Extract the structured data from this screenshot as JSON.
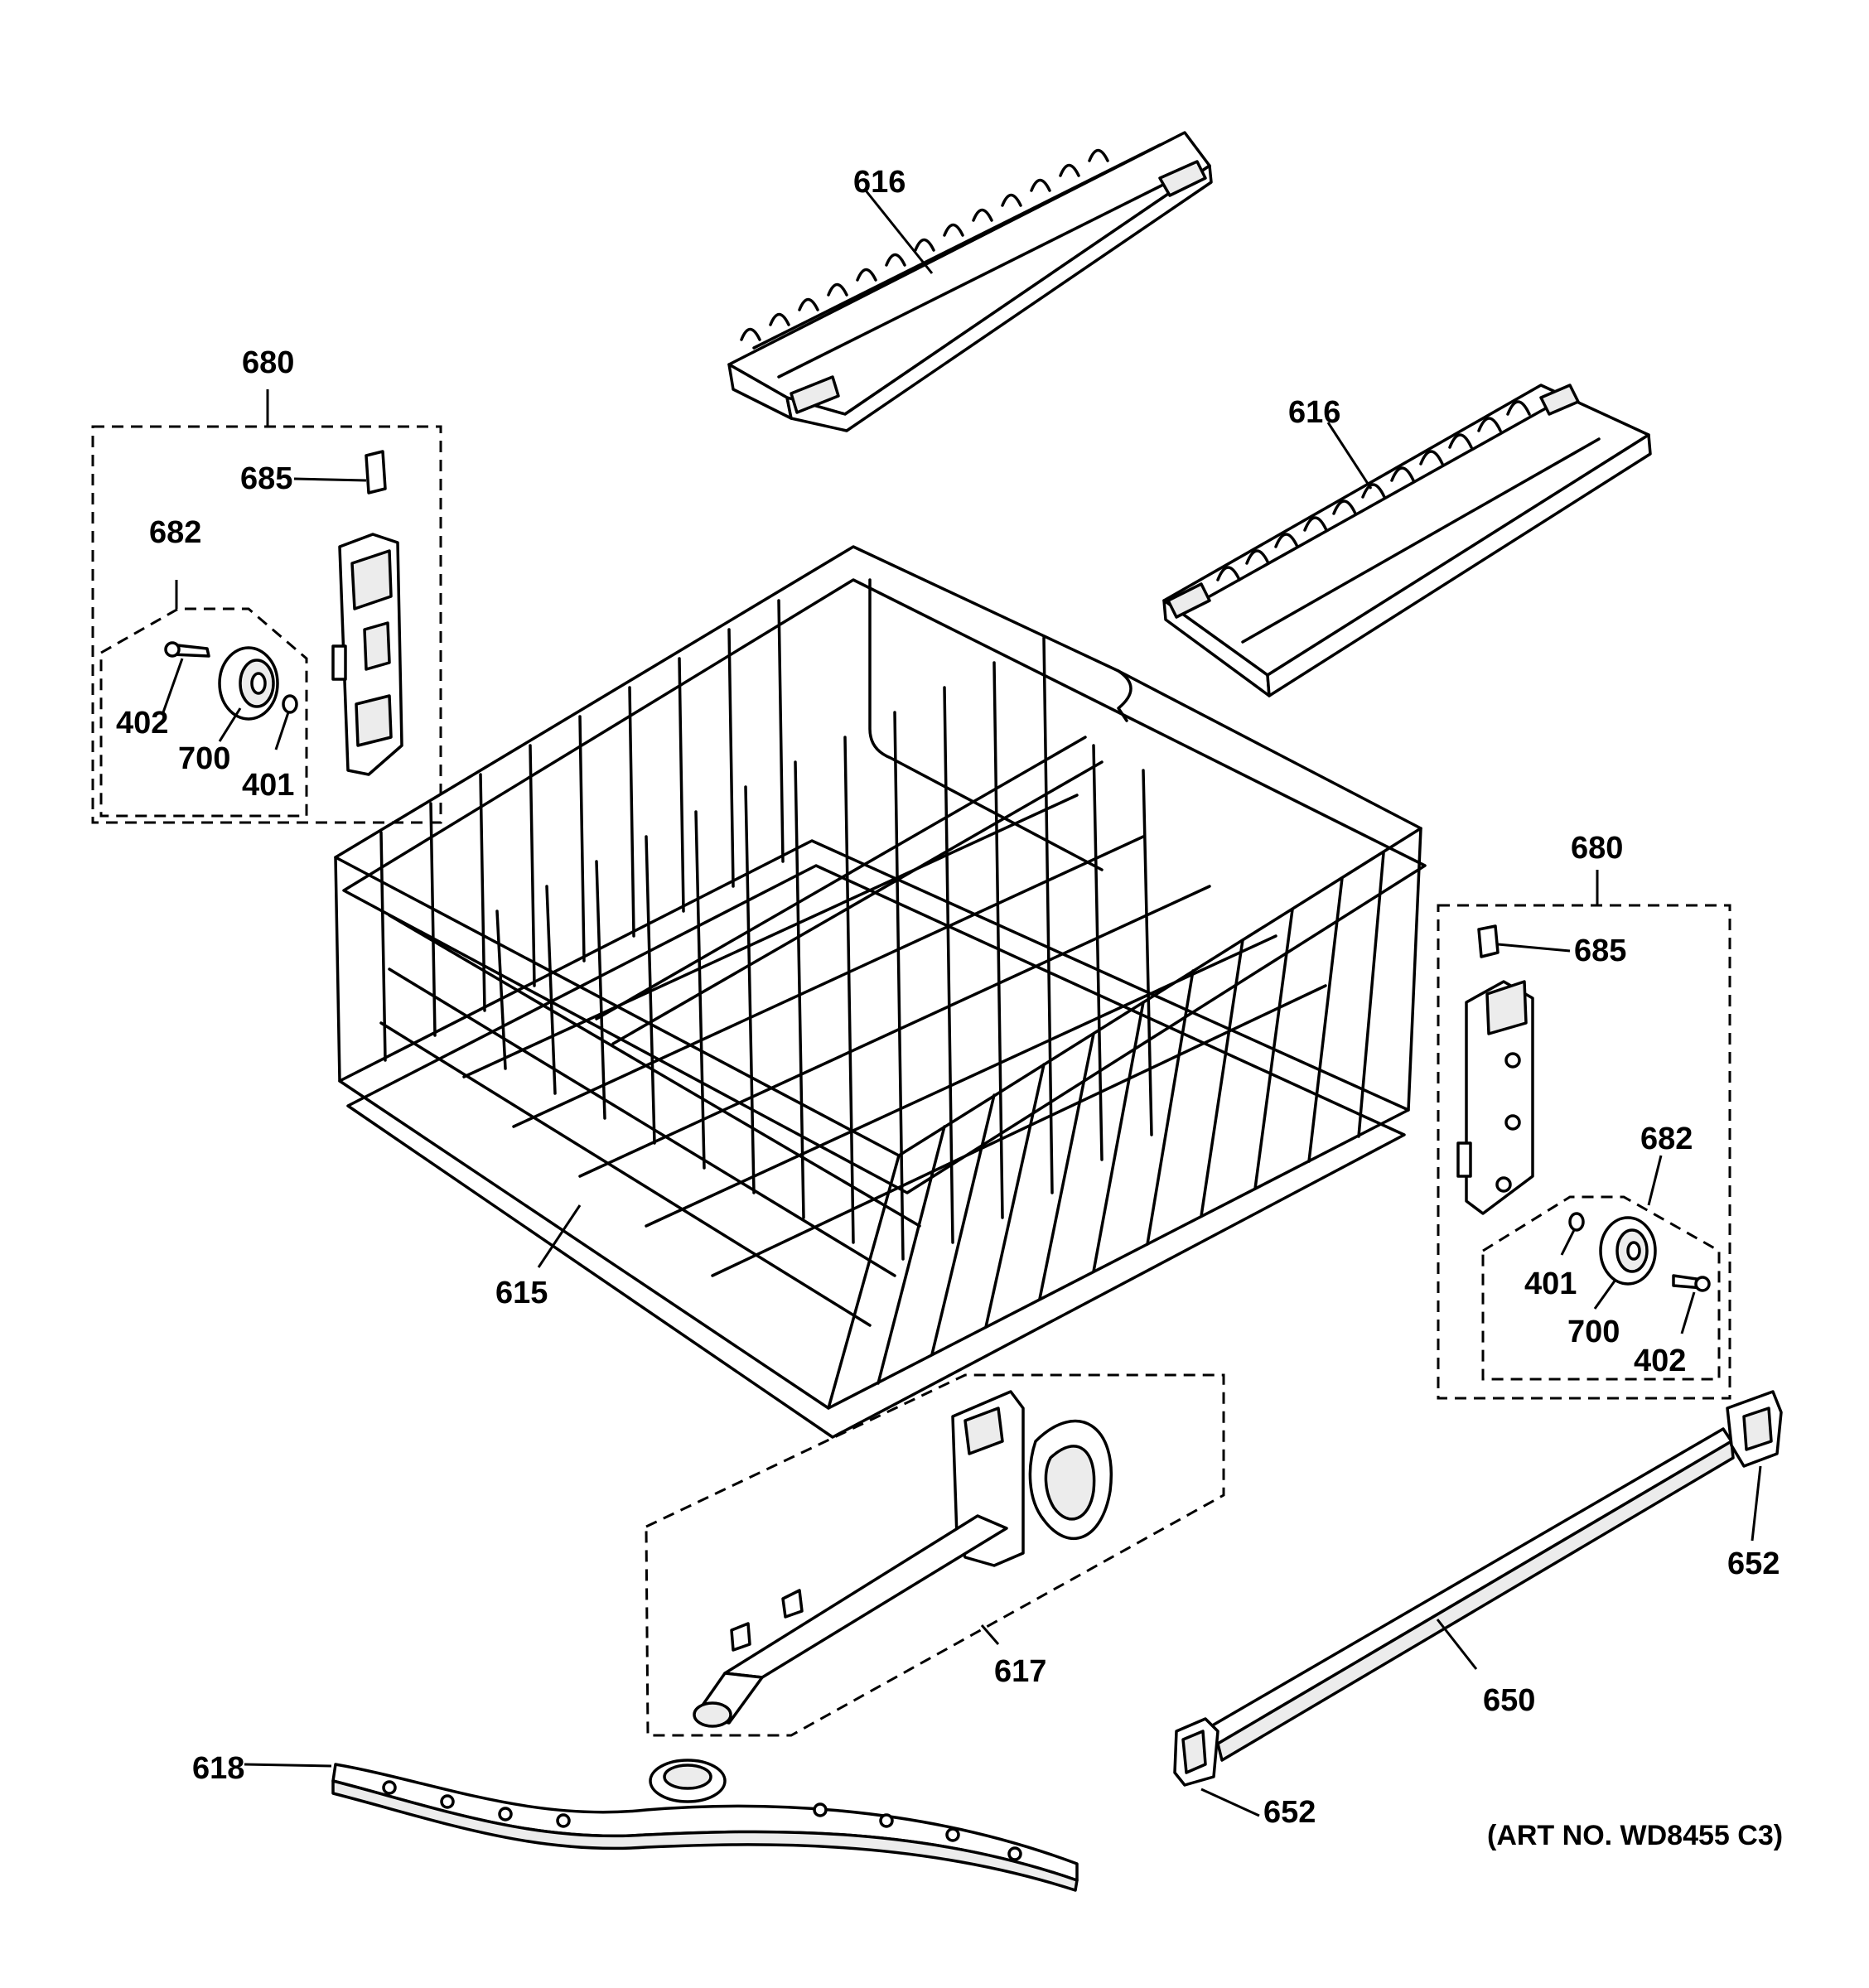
{
  "callouts": {
    "tray_top": "616",
    "tray_right": "616",
    "adjuster_left": "680",
    "clip_left": "685",
    "wheel_kit_left": "682",
    "axle_left": "402",
    "wheel_left": "700",
    "washer_left": "401",
    "rack": "615",
    "adjuster_right": "680",
    "clip_right": "685",
    "wheel_kit_right": "682",
    "washer_right": "401",
    "wheel_right": "700",
    "axle_right": "402",
    "spray_manifold": "617",
    "end_cap_top": "652",
    "rail": "650",
    "end_cap_bottom": "652",
    "spray_arm": "618"
  },
  "art_number": "(ART NO. WD8455 C3)"
}
